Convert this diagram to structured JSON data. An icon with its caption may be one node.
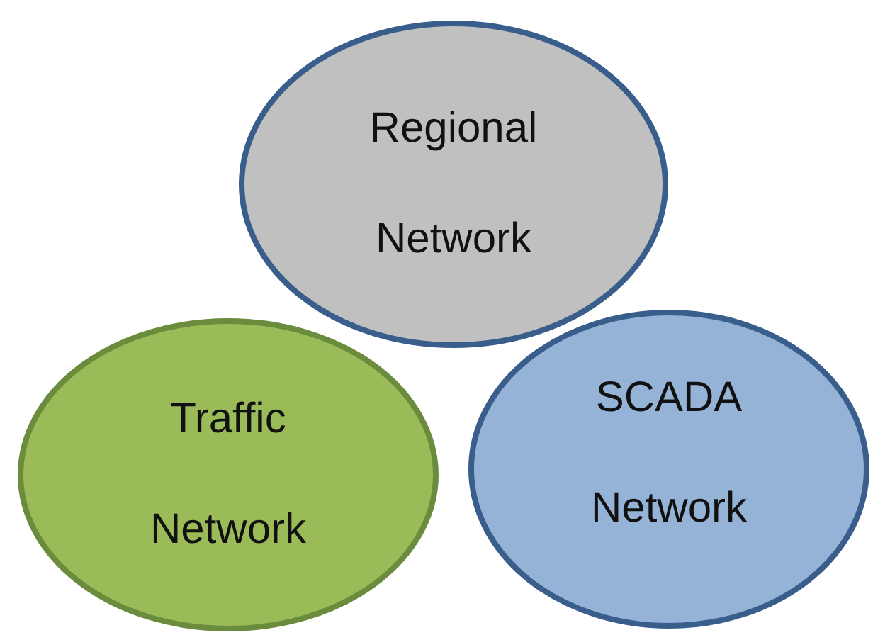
{
  "diagram": {
    "nodes": [
      {
        "text": [
          "Regional Network"
        ]
      },
      {
        "text": [
          "Traffic Network"
        ]
      },
      {
        "text": [
          "SCADA Network"
        ]
      }
    ],
    "edges": []
  }
}
